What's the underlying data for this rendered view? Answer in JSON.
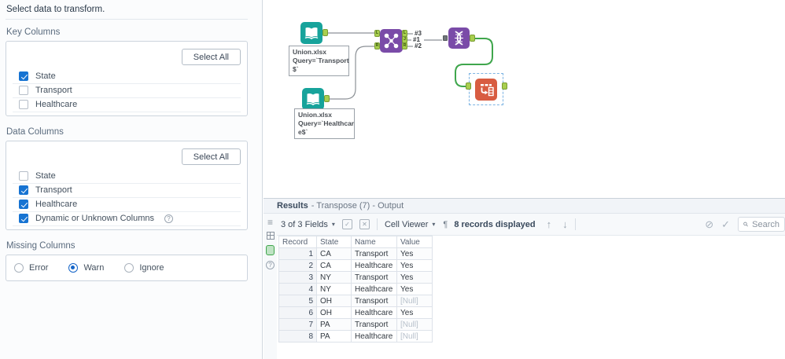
{
  "config_panel": {
    "title": "Select data to transform.",
    "key_columns": {
      "label": "Key Columns",
      "select_all": "Select All",
      "items": [
        {
          "label": "State",
          "checked": true
        },
        {
          "label": "Transport",
          "checked": false
        },
        {
          "label": "Healthcare",
          "checked": false
        }
      ]
    },
    "data_columns": {
      "label": "Data Columns",
      "select_all": "Select All",
      "items": [
        {
          "label": "State",
          "checked": false
        },
        {
          "label": "Transport",
          "checked": true
        },
        {
          "label": "Healthcare",
          "checked": true
        },
        {
          "label": "Dynamic or Unknown Columns",
          "checked": true,
          "help": true
        }
      ]
    },
    "missing_columns": {
      "label": "Missing Columns",
      "options": [
        {
          "label": "Error",
          "selected": false
        },
        {
          "label": "Warn",
          "selected": true
        },
        {
          "label": "Ignore",
          "selected": false
        }
      ]
    },
    "help_glyph": "?"
  },
  "canvas": {
    "annotations": [
      "Union.xlsx\nQuery=`Transport\n$`",
      "Union.xlsx\nQuery=`Healthcar\ne$`"
    ],
    "join_anchor_labels": {
      "in_l": "L",
      "in_r": "R",
      "out_l": "L",
      "out_j": "J",
      "out_r": "R"
    },
    "wire_labels": {
      "top": "#3",
      "middle": "#1",
      "bottom": "#2"
    }
  },
  "results": {
    "title_bold": "Results",
    "title_rest": "- Transpose (7) - Output",
    "toolbar": {
      "fields": "3 of 3 Fields",
      "cell_viewer": "Cell Viewer",
      "records": "8 records displayed",
      "check_glyph": "✓",
      "xbox_glyph": "✕",
      "pilcrow": "¶",
      "up_arrow": "↑",
      "down_arrow": "↓",
      "no_glyph": "⊘",
      "ok_glyph": "✓",
      "search_placeholder": "Search"
    },
    "table": {
      "columns": [
        "Record",
        "State",
        "Name",
        "Value"
      ],
      "rows": [
        [
          1,
          "CA",
          "Transport",
          "Yes"
        ],
        [
          2,
          "CA",
          "Healthcare",
          "Yes"
        ],
        [
          3,
          "NY",
          "Transport",
          "Yes"
        ],
        [
          4,
          "NY",
          "Healthcare",
          "Yes"
        ],
        [
          5,
          "OH",
          "Transport",
          "[Null]"
        ],
        [
          6,
          "OH",
          "Healthcare",
          "Yes"
        ],
        [
          7,
          "PA",
          "Transport",
          "[Null]"
        ],
        [
          8,
          "PA",
          "Healthcare",
          "[Null]"
        ]
      ]
    }
  },
  "colors": {
    "teal": "#17a39b",
    "purple": "#7a4ba8",
    "orange": "#d85c41",
    "anchor_green": "#a8ce4f",
    "wire_green": "#3fa64c",
    "wire_gray": "#8c9196",
    "accent_blue": "#1673d2"
  }
}
